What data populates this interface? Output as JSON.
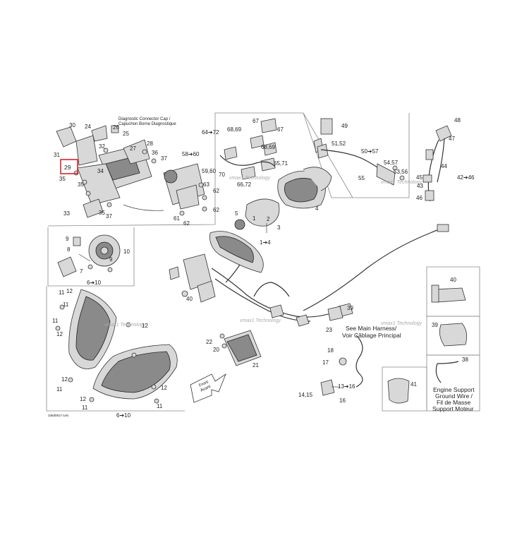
{
  "diagram": {
    "caption": {
      "line1": "Diagnostic Connector Cap /",
      "line2": "Capuchon Borne Diagnostique"
    },
    "highlight": {
      "label": "29",
      "color": "#d9262b"
    },
    "watermarks": [
      "vmax1 Technology",
      "vmax1 Technology",
      "vmax1 Technology",
      "vmax1 Technology",
      "vmax1 Technology"
    ],
    "see_main_harness": [
      "See Main Harness/",
      "Voir Câblage Principal"
    ],
    "engine_support": [
      "Engine Support",
      "Ground Wire /",
      "Fil de Masse",
      "Support Moteur"
    ],
    "drawing_number": "336d0817-1eb",
    "front_arrow": [
      "Front",
      "Avant"
    ],
    "labels": [
      {
        "id": "l30",
        "text": "30"
      },
      {
        "id": "l24",
        "text": "24"
      },
      {
        "id": "l26",
        "text": "26"
      },
      {
        "id": "l25",
        "text": "25"
      },
      {
        "id": "l32",
        "text": "32"
      },
      {
        "id": "l28",
        "text": "28"
      },
      {
        "id": "l27",
        "text": "27"
      },
      {
        "id": "l36",
        "text": "36"
      },
      {
        "id": "l37a",
        "text": "37"
      },
      {
        "id": "l31",
        "text": "31"
      },
      {
        "id": "l34",
        "text": "34"
      },
      {
        "id": "l35a",
        "text": "35"
      },
      {
        "id": "l35b",
        "text": "35"
      },
      {
        "id": "l33",
        "text": "33"
      },
      {
        "id": "l35c",
        "text": "35"
      },
      {
        "id": "l37b",
        "text": "37"
      },
      {
        "id": "l58",
        "text": "58➔60"
      },
      {
        "id": "l59",
        "text": "59,60"
      },
      {
        "id": "l63",
        "text": "63"
      },
      {
        "id": "l62a",
        "text": "62"
      },
      {
        "id": "l62b",
        "text": "62"
      },
      {
        "id": "l61",
        "text": "61"
      },
      {
        "id": "l62c",
        "text": "62"
      },
      {
        "id": "l64",
        "text": "64➔72"
      },
      {
        "id": "l68a",
        "text": "68,69"
      },
      {
        "id": "l67a",
        "text": "67"
      },
      {
        "id": "l67b",
        "text": "67"
      },
      {
        "id": "l68b",
        "text": "68,69"
      },
      {
        "id": "l65",
        "text": "65,71"
      },
      {
        "id": "l70",
        "text": "70"
      },
      {
        "id": "l66",
        "text": "66,72"
      },
      {
        "id": "l49",
        "text": "49"
      },
      {
        "id": "l51",
        "text": "51,52"
      },
      {
        "id": "l50",
        "text": "50➔57"
      },
      {
        "id": "l54",
        "text": "54,57"
      },
      {
        "id": "l53",
        "text": "53,56"
      },
      {
        "id": "l55",
        "text": "55"
      },
      {
        "id": "l48",
        "text": "48"
      },
      {
        "id": "l47",
        "text": "47"
      },
      {
        "id": "l44",
        "text": "44"
      },
      {
        "id": "l45",
        "text": "45"
      },
      {
        "id": "l43",
        "text": "43"
      },
      {
        "id": "l42",
        "text": "42➔46"
      },
      {
        "id": "l46",
        "text": "46"
      },
      {
        "id": "l5",
        "text": "5"
      },
      {
        "id": "l1",
        "text": "1"
      },
      {
        "id": "l2",
        "text": "2"
      },
      {
        "id": "l3",
        "text": "3"
      },
      {
        "id": "l4",
        "text": "4"
      },
      {
        "id": "l14",
        "text": "1➔4"
      },
      {
        "id": "l9",
        "text": "9"
      },
      {
        "id": "l8",
        "text": "8"
      },
      {
        "id": "l10",
        "text": "10"
      },
      {
        "id": "l7",
        "text": "7"
      },
      {
        "id": "l9b",
        "text": "9"
      },
      {
        "id": "l610a",
        "text": "6➔10"
      },
      {
        "id": "l40",
        "text": "40"
      },
      {
        "id": "l40b",
        "text": "40"
      },
      {
        "id": "l39a",
        "text": "39"
      },
      {
        "id": "l39b",
        "text": "39"
      },
      {
        "id": "l23",
        "text": "23"
      },
      {
        "id": "l11a",
        "text": "11"
      },
      {
        "id": "l12a",
        "text": "12"
      },
      {
        "id": "l11b",
        "text": "11"
      },
      {
        "id": "l12b",
        "text": "12"
      },
      {
        "id": "l11c",
        "text": "11"
      },
      {
        "id": "l12c",
        "text": "12"
      },
      {
        "id": "l12d",
        "text": "12"
      },
      {
        "id": "l11d",
        "text": "11"
      },
      {
        "id": "l12e",
        "text": "12"
      },
      {
        "id": "l11e",
        "text": "11"
      },
      {
        "id": "l11f",
        "text": "11"
      },
      {
        "id": "l12f",
        "text": "12"
      },
      {
        "id": "l610b",
        "text": "6➔10"
      },
      {
        "id": "l22",
        "text": "22"
      },
      {
        "id": "l20",
        "text": "20"
      },
      {
        "id": "l21",
        "text": "21"
      },
      {
        "id": "l18",
        "text": "18"
      },
      {
        "id": "l17",
        "text": "17"
      },
      {
        "id": "l1316",
        "text": "13➔16"
      },
      {
        "id": "l1415",
        "text": "14,15"
      },
      {
        "id": "l16",
        "text": "16"
      },
      {
        "id": "l41",
        "text": "41"
      },
      {
        "id": "l38",
        "text": "38"
      }
    ]
  }
}
